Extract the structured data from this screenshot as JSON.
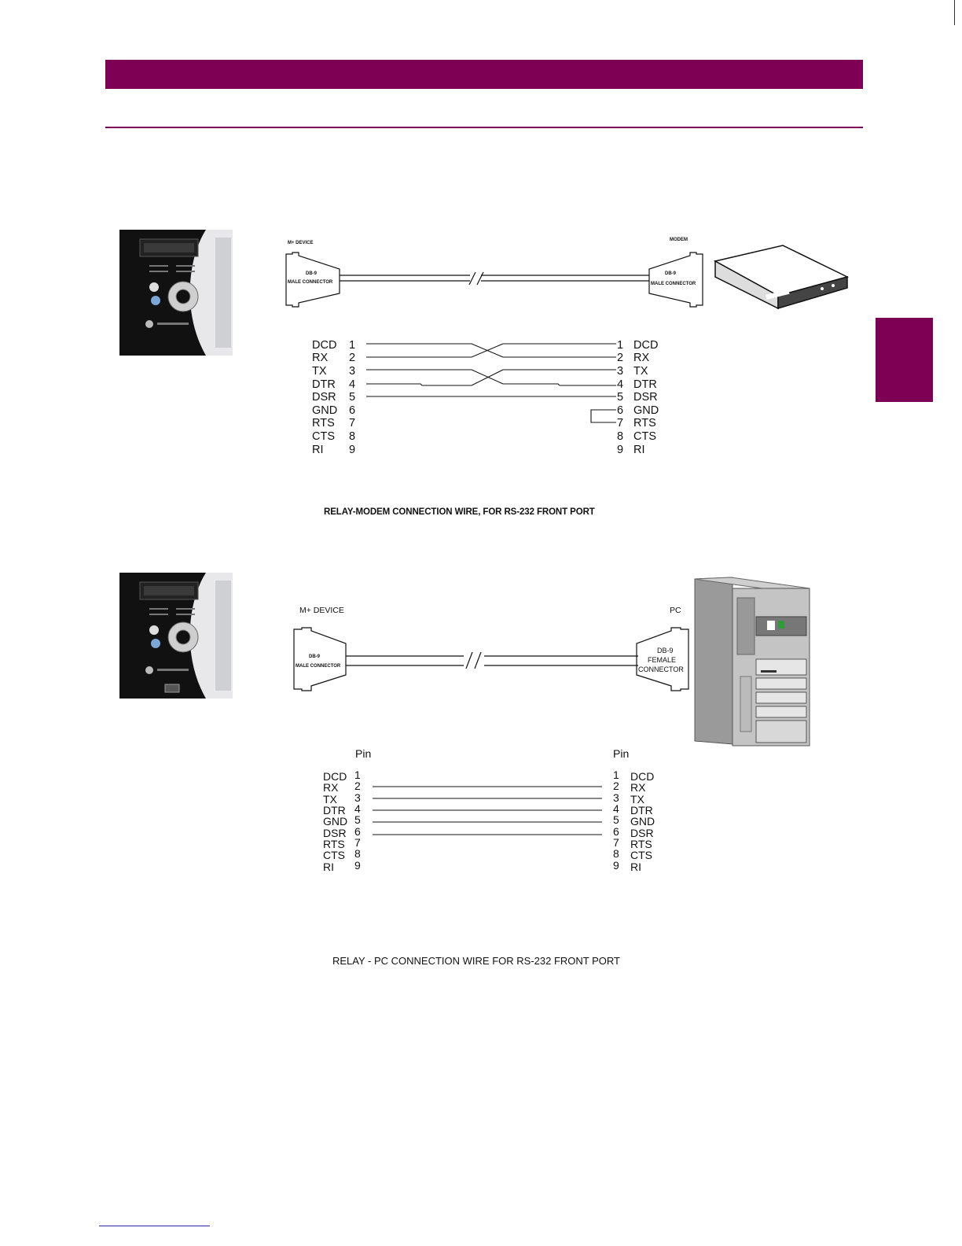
{
  "colors": {
    "accent": "#7d0055"
  },
  "figure1": {
    "left_device_label": "M+ DEVICE",
    "right_device_label": "MODEM",
    "left_connector": [
      "DB-9",
      "MALE CONNECTOR"
    ],
    "right_connector": [
      "DB-9",
      "MALE CONNECTOR"
    ],
    "left_signals": [
      "DCD",
      "RX",
      "TX",
      "DTR",
      "DSR",
      "GND",
      "RTS",
      "CTS",
      "RI"
    ],
    "right_signals": [
      "DCD",
      "RX",
      "TX",
      "DTR",
      "DSR",
      "GND",
      "RTS",
      "CTS",
      "RI"
    ],
    "pins": [
      "1",
      "2",
      "3",
      "4",
      "5",
      "6",
      "7",
      "8",
      "9"
    ],
    "caption": "RELAY-MODEM CONNECTION WIRE, FOR RS-232 FRONT PORT"
  },
  "figure2": {
    "left_device_label": "M+ DEVICE",
    "right_device_label": "PC",
    "left_connector": [
      "DB-9",
      "MALE CONNECTOR"
    ],
    "right_connector": [
      "DB-9",
      "FEMALE",
      "CONNECTOR"
    ],
    "pin_header": "Pin",
    "left_signals": [
      "DCD",
      "RX",
      "TX",
      "DTR",
      "GND",
      "DSR",
      "RTS",
      "CTS",
      "RI"
    ],
    "right_signals": [
      "DCD",
      "RX",
      "TX",
      "DTR",
      "GND",
      "DSR",
      "RTS",
      "CTS",
      "RI"
    ],
    "pins": [
      "1",
      "2",
      "3",
      "4",
      "5",
      "6",
      "7",
      "8",
      "9"
    ],
    "caption": "RELAY - PC CONNECTION WIRE FOR RS-232 FRONT PORT"
  }
}
